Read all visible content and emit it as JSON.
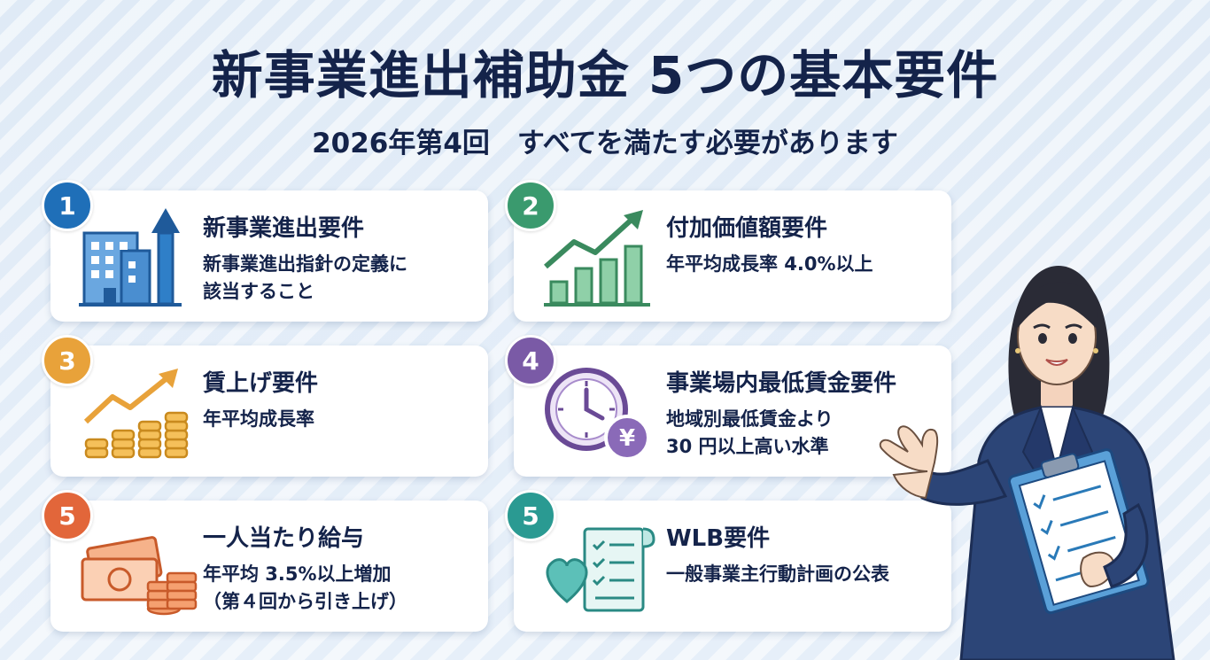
{
  "header": {
    "title": "新事業進出補助金 5つの基本要件",
    "subtitle": "2026年第4回　すべてを満たす必要があります"
  },
  "cards": [
    {
      "number": "1",
      "color": "#1f6fb8",
      "icon": "building-growth-icon",
      "title": "新事業進出要件",
      "desc": "新事業進出指針の定義に\n該当すること"
    },
    {
      "number": "2",
      "color": "#3a9a6e",
      "icon": "bar-chart-growth-icon",
      "title": "付加価値額要件",
      "desc": "年平均成長率 4.0%以上"
    },
    {
      "number": "3",
      "color": "#e8a23a",
      "icon": "coins-growth-icon",
      "title": "賃上げ要件",
      "desc": "年平均成長率"
    },
    {
      "number": "4",
      "color": "#7a5aa6",
      "icon": "clock-yen-icon",
      "title": "事業場内最低賃金要件",
      "desc": "地域別最低賃金より\n30 円以上高い水準"
    },
    {
      "number": "5",
      "color": "#e2663a",
      "icon": "money-coins-icon",
      "title": "一人当たり給与",
      "desc": "年平均 3.5%以上増加\n（第４回から引き上げ）"
    },
    {
      "number": "5",
      "color": "#2a9a92",
      "icon": "heart-checklist-icon",
      "title": "WLB要件",
      "desc": "一般事業主行動計画の公表"
    }
  ]
}
